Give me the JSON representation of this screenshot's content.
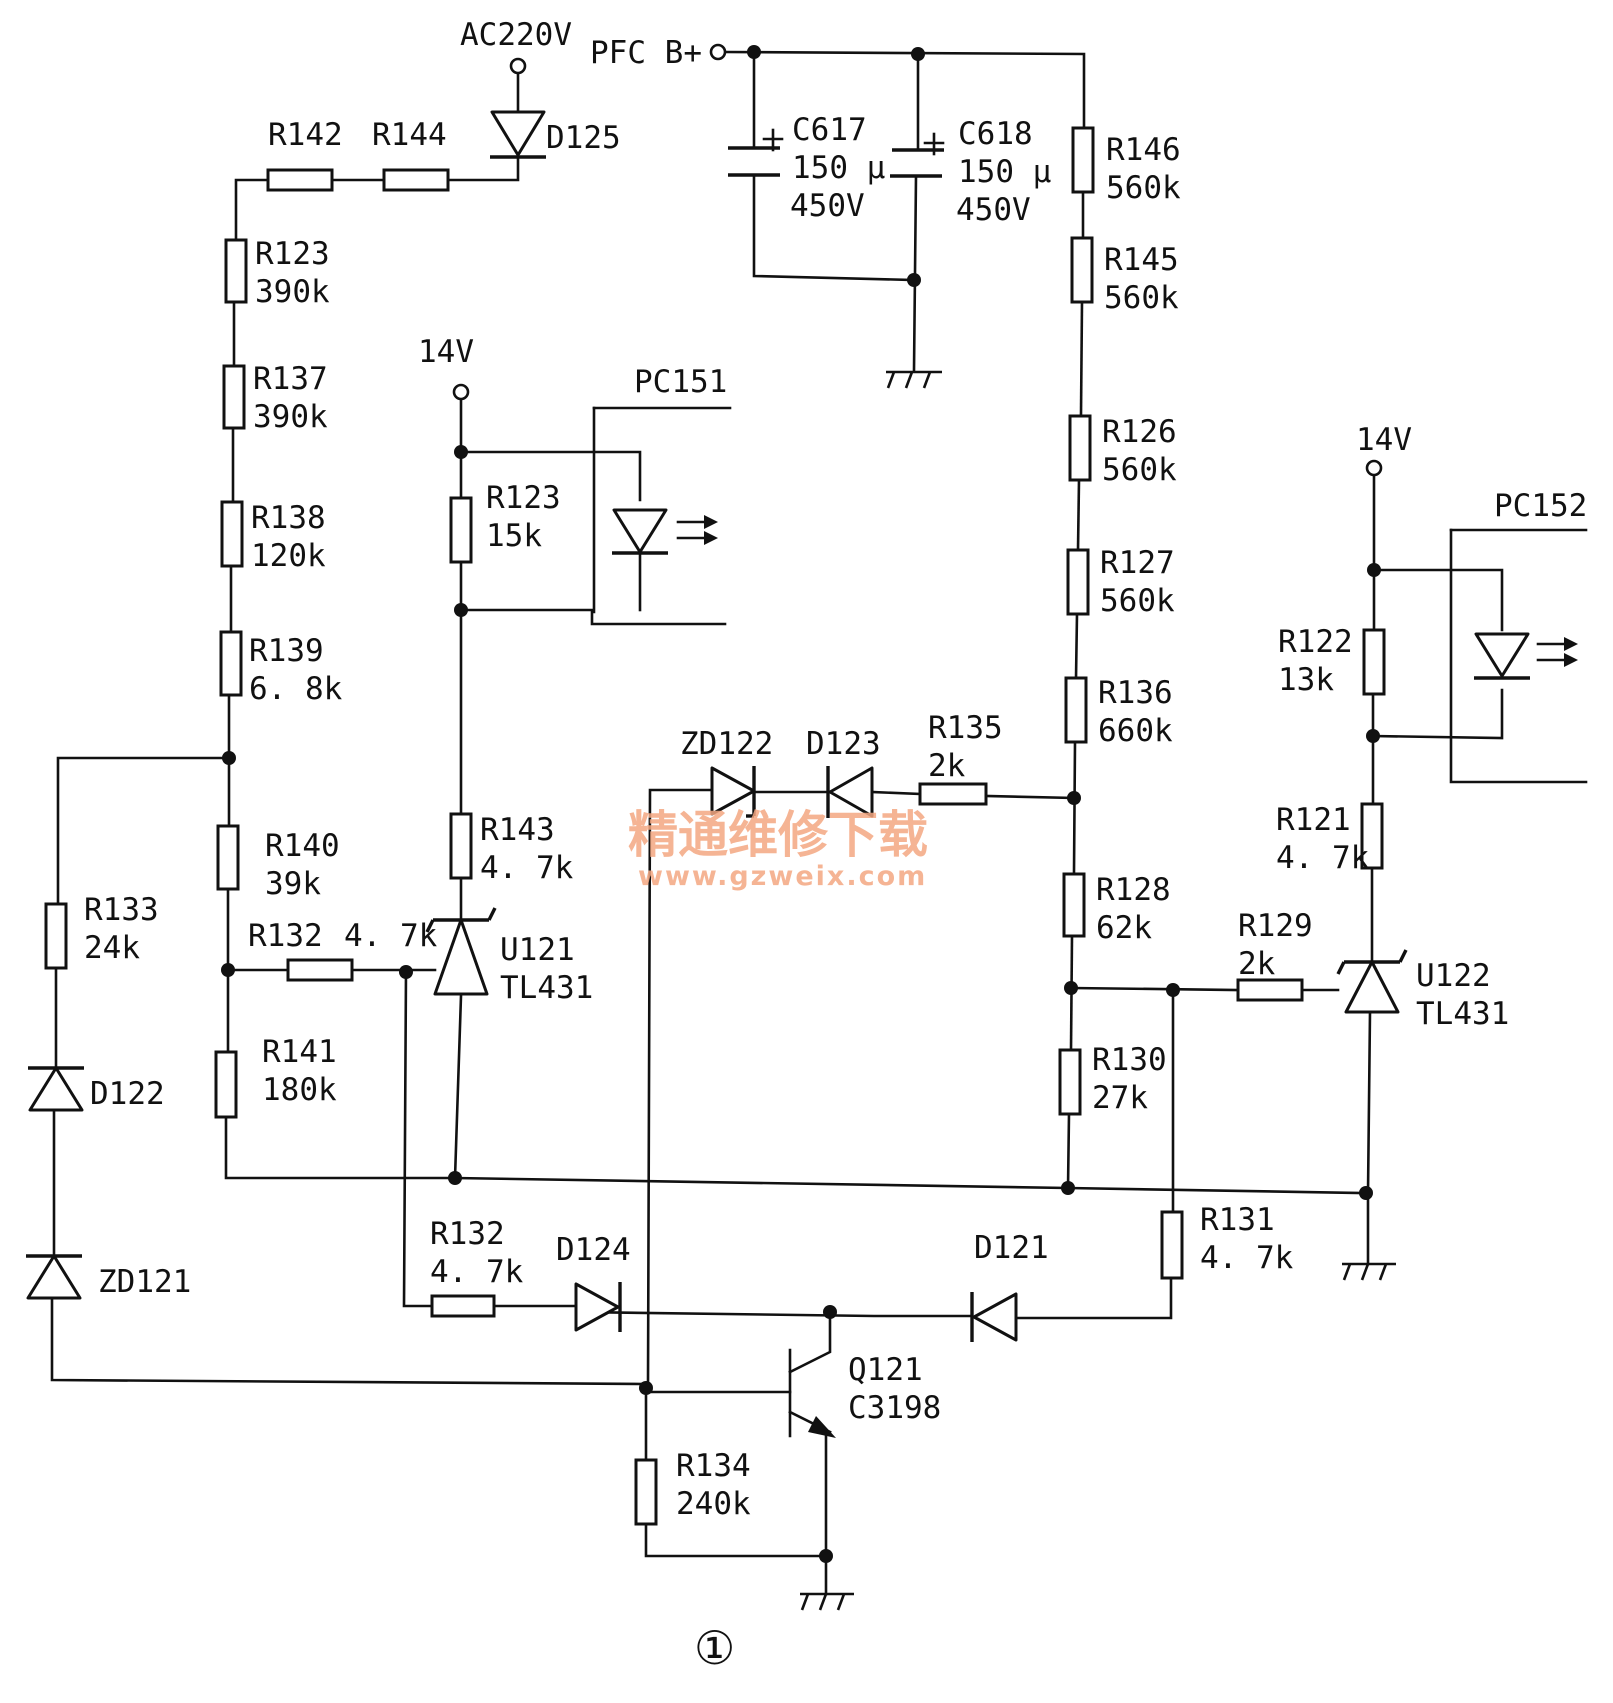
{
  "nets": {
    "ac220v": "AC220V",
    "pfc_bplus": "PFC B+",
    "v14_left": "14V",
    "v14_right": "14V"
  },
  "components": {
    "R142": {
      "ref": "R142"
    },
    "R144": {
      "ref": "R144"
    },
    "D125": {
      "ref": "D125"
    },
    "R123a": {
      "ref": "R123",
      "value": "390k"
    },
    "R137": {
      "ref": "R137",
      "value": "390k"
    },
    "R138": {
      "ref": "R138",
      "value": "120k"
    },
    "R139": {
      "ref": "R139",
      "value": "6. 8k"
    },
    "R140": {
      "ref": "R140",
      "value": "39k"
    },
    "R141": {
      "ref": "R141",
      "value": "180k"
    },
    "R133": {
      "ref": "R133",
      "value": "24k"
    },
    "D122": {
      "ref": "D122"
    },
    "ZD121": {
      "ref": "ZD121"
    },
    "R132a": {
      "ref": "R132",
      "value": "4. 7k"
    },
    "R132b": {
      "ref": "R132",
      "value": "4. 7k"
    },
    "R123b": {
      "ref": "R123",
      "value": "15k"
    },
    "R143": {
      "ref": "R143",
      "value": "4. 7k"
    },
    "U121": {
      "ref": "U121",
      "value": "TL431"
    },
    "PC151": {
      "ref": "PC151"
    },
    "C617": {
      "ref": "C617",
      "value": "150 μ",
      "voltage": "450V"
    },
    "C618": {
      "ref": "C618",
      "value": "150 μ",
      "voltage": "450V"
    },
    "R146": {
      "ref": "R146",
      "value": "560k"
    },
    "R145": {
      "ref": "R145",
      "value": "560k"
    },
    "R126": {
      "ref": "R126",
      "value": "560k"
    },
    "R127": {
      "ref": "R127",
      "value": "560k"
    },
    "R136": {
      "ref": "R136",
      "value": "660k"
    },
    "ZD122": {
      "ref": "ZD122"
    },
    "D123": {
      "ref": "D123"
    },
    "R135": {
      "ref": "R135",
      "value": "2k"
    },
    "R128": {
      "ref": "R128",
      "value": "62k"
    },
    "R130": {
      "ref": "R130",
      "value": "27k"
    },
    "R129": {
      "ref": "R129",
      "value": "2k"
    },
    "U122": {
      "ref": "U122",
      "value": "TL431"
    },
    "R122": {
      "ref": "R122",
      "value": "13k"
    },
    "R121": {
      "ref": "R121",
      "value": "4. 7k"
    },
    "PC152": {
      "ref": "PC152"
    },
    "R131": {
      "ref": "R131",
      "value": "4. 7k"
    },
    "D124": {
      "ref": "D124"
    },
    "D121": {
      "ref": "D121"
    },
    "Q121": {
      "ref": "Q121",
      "value": "C3198"
    },
    "R134": {
      "ref": "R134",
      "value": "240k"
    }
  },
  "watermark": {
    "title": "精通维修下载",
    "url": "www.gzweix.com",
    "color": "#f4a882"
  },
  "figure_label": "①"
}
